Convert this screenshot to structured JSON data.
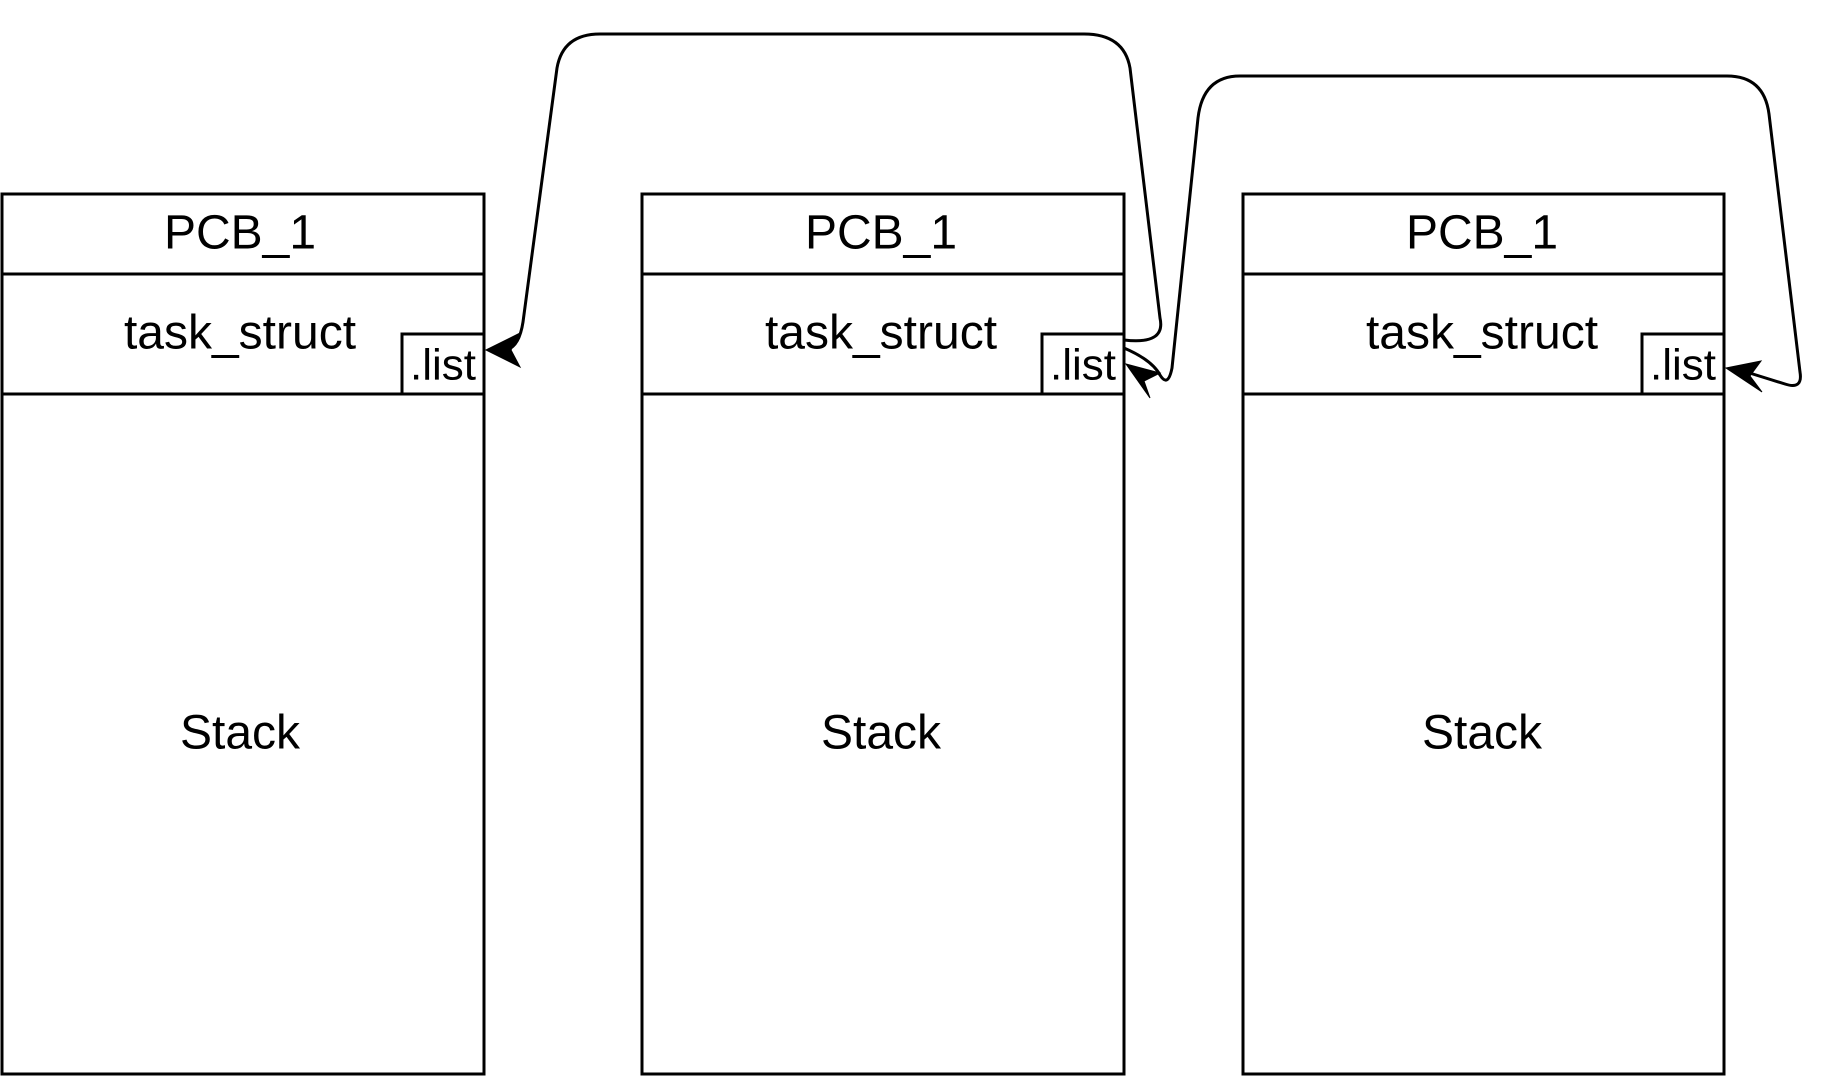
{
  "pcbs": [
    {
      "title": "PCB_1",
      "struct_label": "task_struct",
      "list_label": ".list",
      "stack_label": "Stack"
    },
    {
      "title": "PCB_1",
      "struct_label": "task_struct",
      "list_label": ".list",
      "stack_label": "Stack"
    },
    {
      "title": "PCB_1",
      "struct_label": "task_struct",
      "list_label": ".list",
      "stack_label": "Stack"
    }
  ],
  "colors": {
    "stroke": "#000000",
    "fill": "#ffffff"
  }
}
